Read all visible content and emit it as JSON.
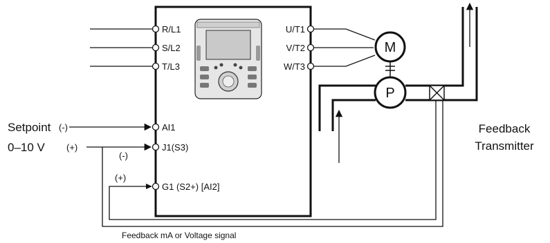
{
  "inputs": {
    "r": "R/L1",
    "s": "S/L2",
    "t": "T/L3",
    "ai1": "AI1",
    "j1": "J1(S3)",
    "g1": "G1 (S2+) [AI2]"
  },
  "outputs": {
    "u": "U/T1",
    "v": "V/T2",
    "w": "W/T3"
  },
  "motor": "M",
  "pump": "P",
  "setpoint": {
    "label": "Setpoint",
    "range": "0–10 V",
    "minus": "(-)",
    "plus": "(+)"
  },
  "feedback_polarity": {
    "minus": "(-)",
    "plus": "(+)"
  },
  "transmitter": {
    "line1": "Feedback",
    "line2": "Transmitter"
  },
  "feedback_signal": "Feedback mA or Voltage signal"
}
